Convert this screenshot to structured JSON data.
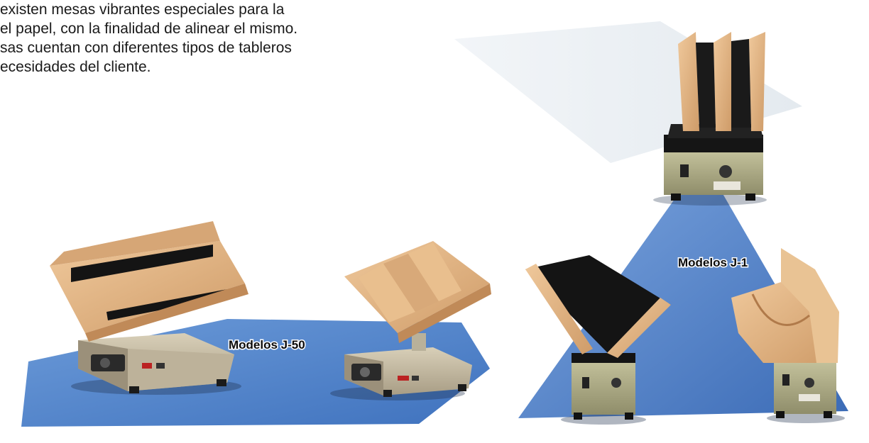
{
  "intro_text": " existen mesas vibrantes especiales para la\nel papel, con la finalidad de alinear el mismo.\nsas cuentan con diferentes tipos de tableros\necesidades del cliente.",
  "labels": {
    "j50": "Modelos J-50",
    "j1": "Modelos J-1"
  },
  "colors": {
    "table_blue": "#4f86cf",
    "wood": "#e2b585",
    "base_tan": "#c7bca4",
    "dark": "#1c1c1c"
  }
}
